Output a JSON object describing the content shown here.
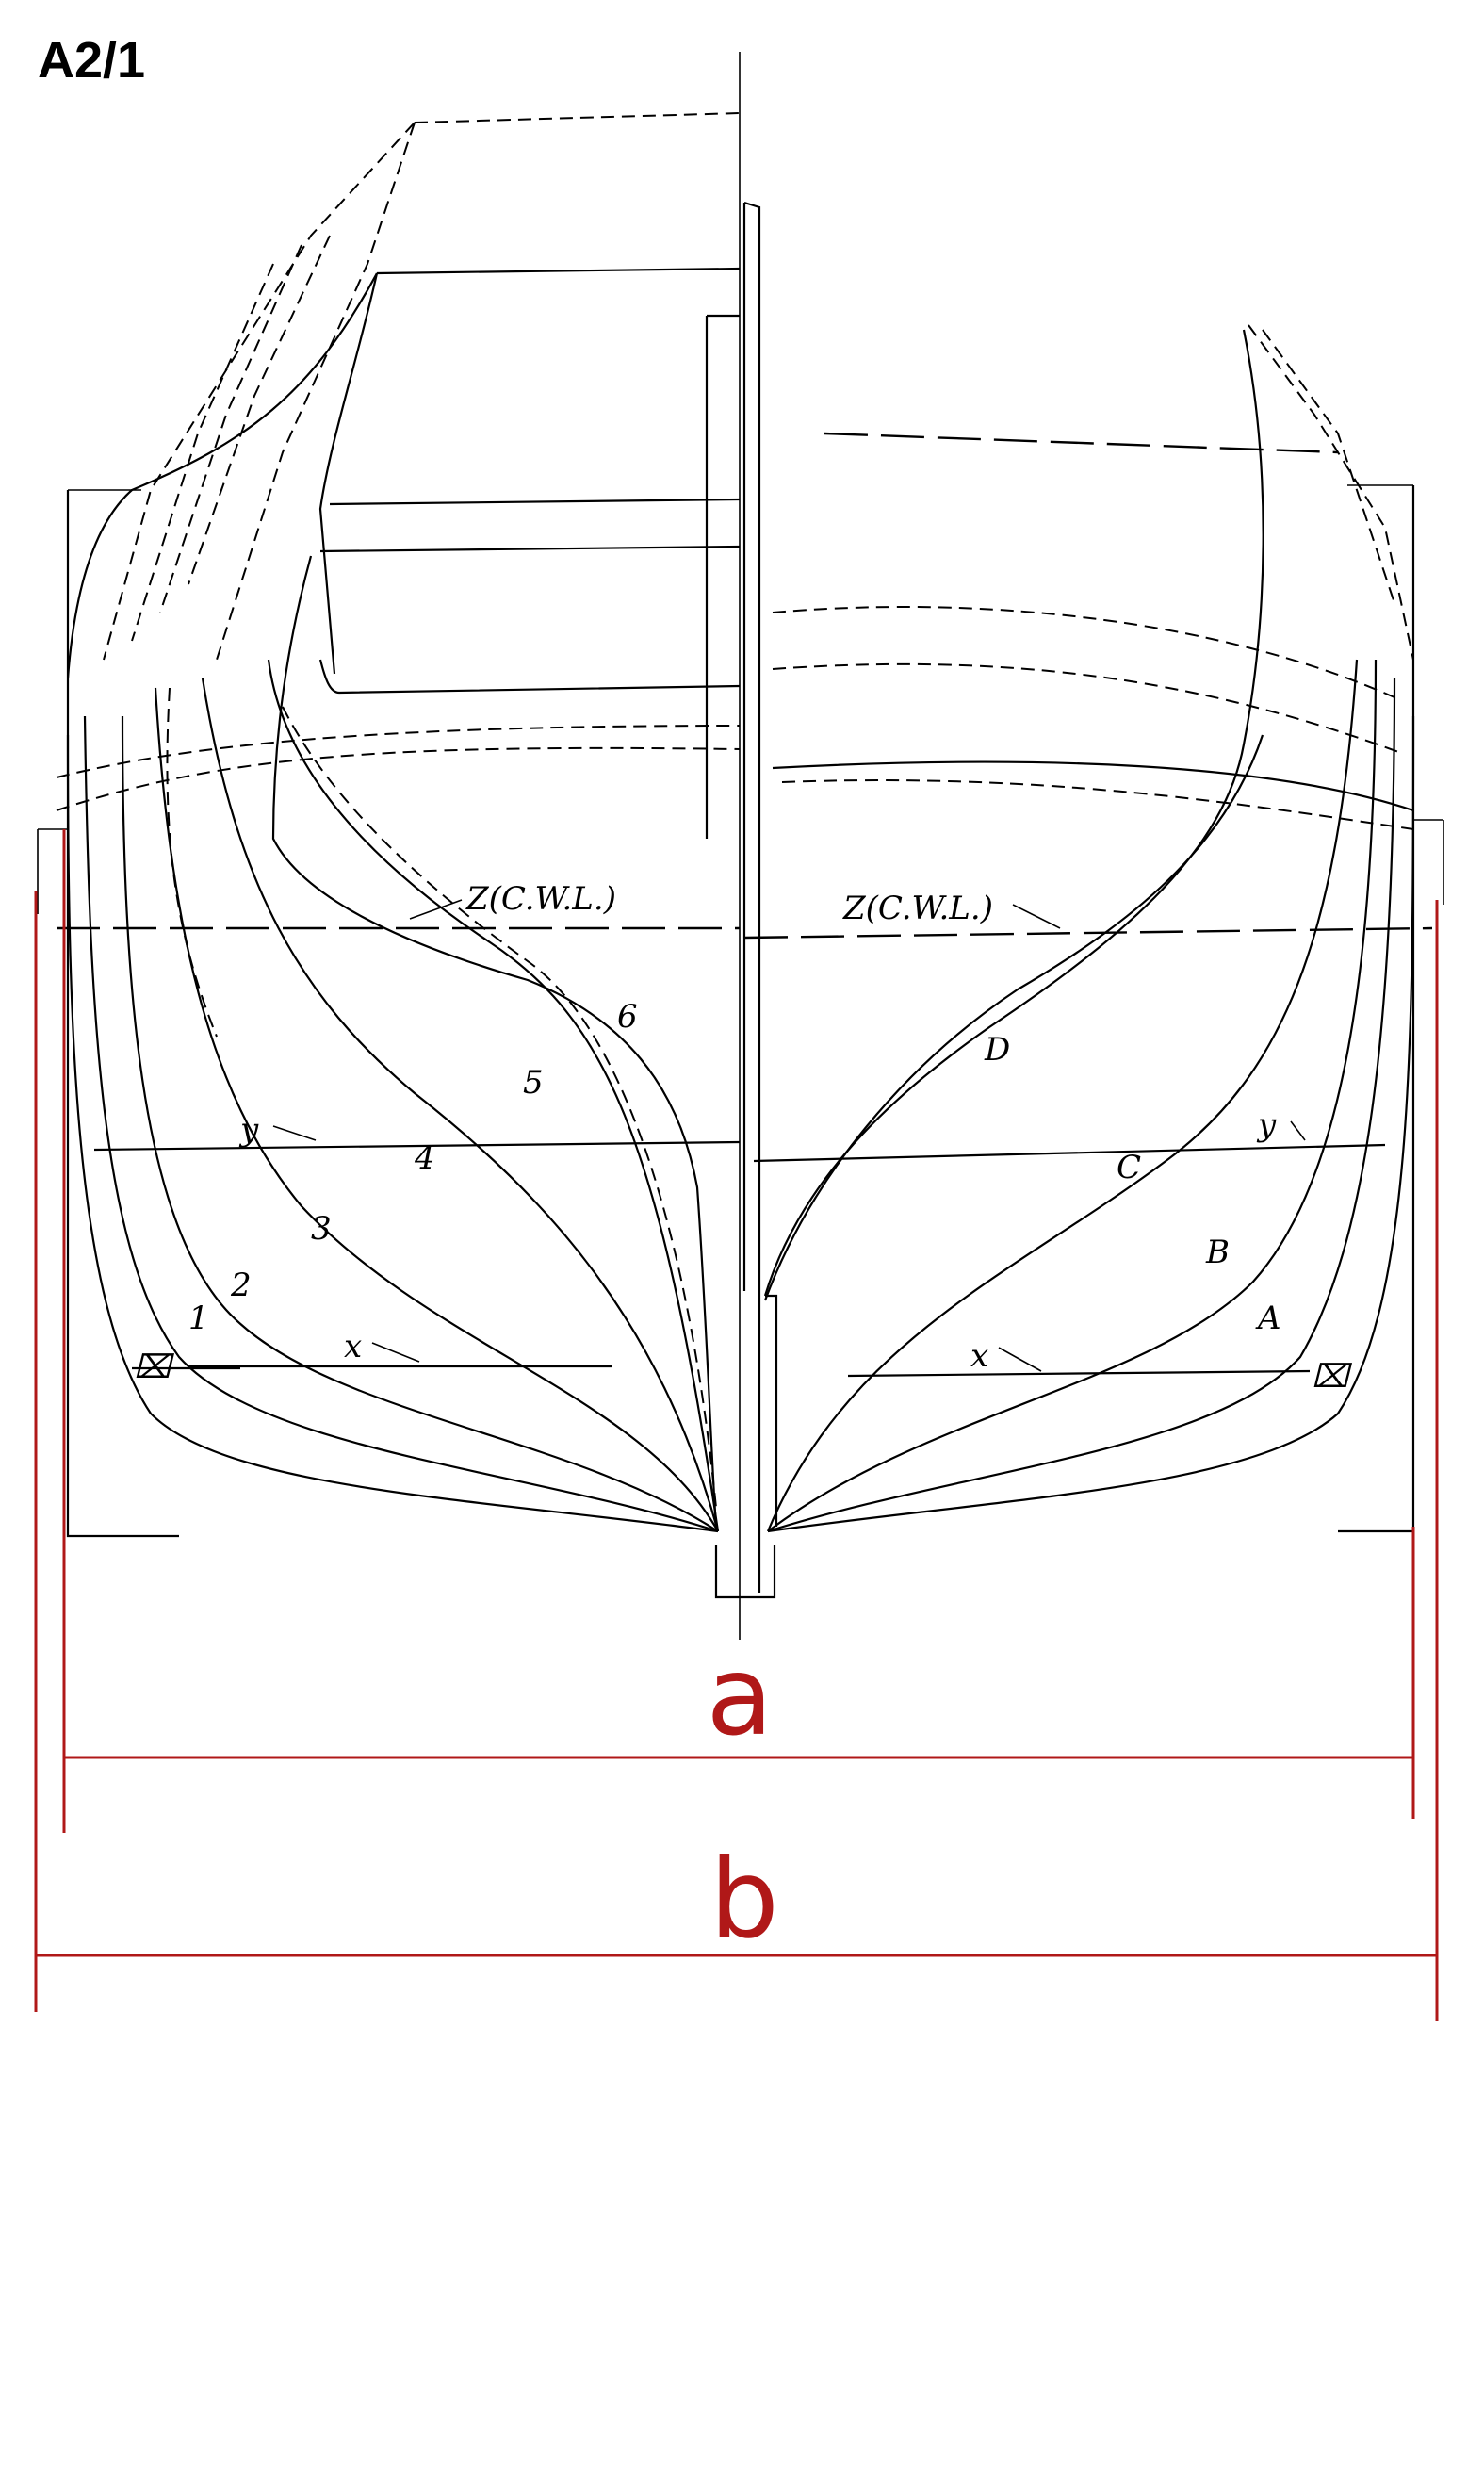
{
  "title": "A2/1",
  "dimensions": {
    "a": {
      "label": "a"
    },
    "b": {
      "label": "b"
    },
    "color": "#b01818"
  },
  "annotations": {
    "cwl_left": "Z(C.W.L.)",
    "cwl_right": "Z(C.W.L.)",
    "y_left": "y",
    "y_right": "y",
    "x_left": "x",
    "x_right": "x",
    "frames_left": [
      "1",
      "2",
      "3",
      "4",
      "5",
      "6"
    ],
    "frames_right": [
      "A",
      "B",
      "C",
      "D"
    ],
    "mark_left": "⌧",
    "mark_right": "⌧"
  }
}
